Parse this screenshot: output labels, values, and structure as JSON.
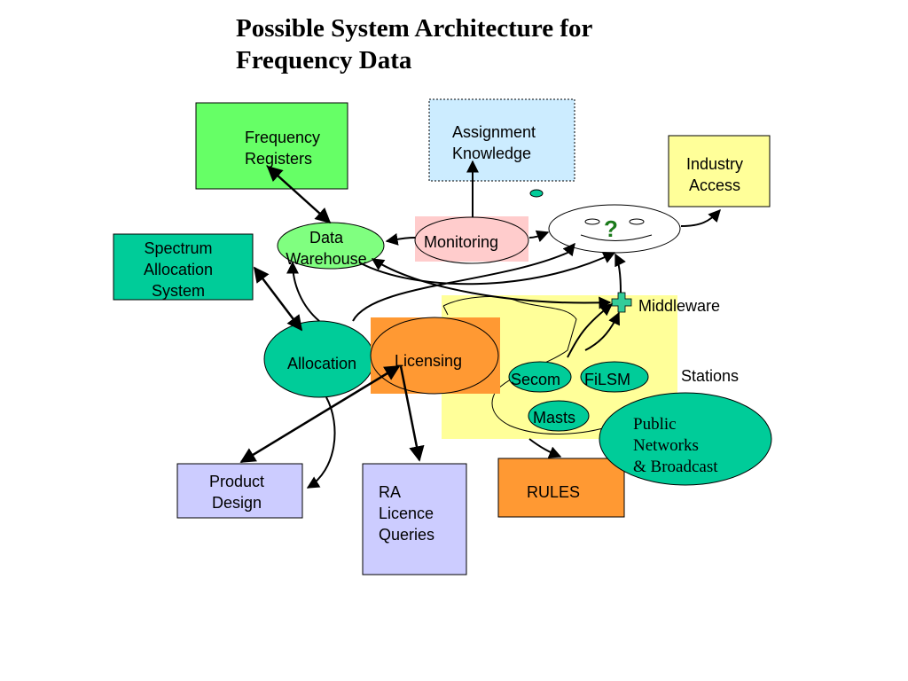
{
  "title": {
    "line1": "Possible System Architecture for",
    "line2": "Frequency Data"
  },
  "nodes": {
    "frequency_registers": [
      "Frequency",
      "Registers"
    ],
    "assignment_knowledge": [
      "Assignment",
      "Knowledge"
    ],
    "industry_access": [
      "Industry",
      "Access"
    ],
    "spectrum_allocation_system": [
      "Spectrum",
      "Allocation",
      "System"
    ],
    "data_warehouse": [
      "Data",
      "Warehouse"
    ],
    "monitoring": "Monitoring",
    "question_mark": "?",
    "middleware": "Middleware",
    "allocation": "Allocation",
    "licensing": "Licensing",
    "secom": "Secom",
    "filsm": "FiLSM",
    "masts": "Masts",
    "stations": "Stations",
    "public_networks": [
      "Public",
      "Networks",
      "& Broadcast"
    ],
    "product_design": [
      "Product",
      "Design"
    ],
    "ra_licence_queries": [
      "RA",
      "Licence",
      "Queries"
    ],
    "rules": "RULES"
  },
  "colors": {
    "bright_green": "#66ff66",
    "light_green": "#80ff80",
    "teal": "#00cc99",
    "light_blue": "#ccecff",
    "pale_yellow": "#ffff99",
    "pink": "#ffcccc",
    "orange": "#ff9933",
    "lavender": "#ccccff",
    "dark_green": "#1a7a1a"
  }
}
